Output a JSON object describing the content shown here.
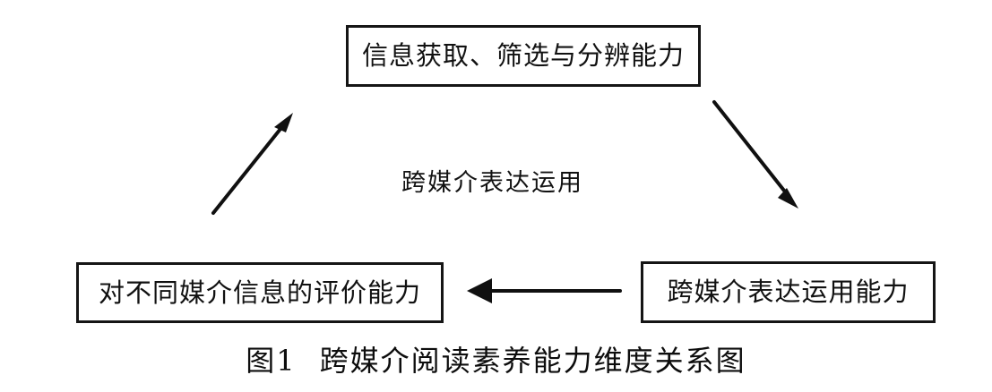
{
  "figure": {
    "caption_number": "图1",
    "caption_title": "跨媒介阅读素养能力维度关系图"
  },
  "nodes": [
    {
      "id": "info-acquisition",
      "label": "信息获取、筛选与分辨能力",
      "position": "top"
    },
    {
      "id": "evaluation-ability",
      "label": "对不同媒介信息的评价能力",
      "position": "bottom-left"
    },
    {
      "id": "cross-media-expression-ability",
      "label": "跨媒介表达运用能力",
      "position": "bottom-right"
    }
  ],
  "edges": [
    {
      "id": "top-to-bottom-right",
      "from": "info-acquisition",
      "to": "cross-media-expression-ability",
      "direction": "down-right",
      "label": ""
    },
    {
      "id": "bottom-right-to-bottom-left",
      "from": "cross-media-expression-ability",
      "to": "evaluation-ability",
      "direction": "left",
      "label": ""
    },
    {
      "id": "bottom-left-to-top",
      "from": "evaluation-ability",
      "to": "info-acquisition",
      "direction": "up-right",
      "label": ""
    }
  ],
  "labels": {
    "center_label": "跨媒介表达运用"
  },
  "colors": {
    "background": "#ffffff",
    "box_border": "#151515",
    "text": "#111111",
    "arrow": "#101010"
  }
}
